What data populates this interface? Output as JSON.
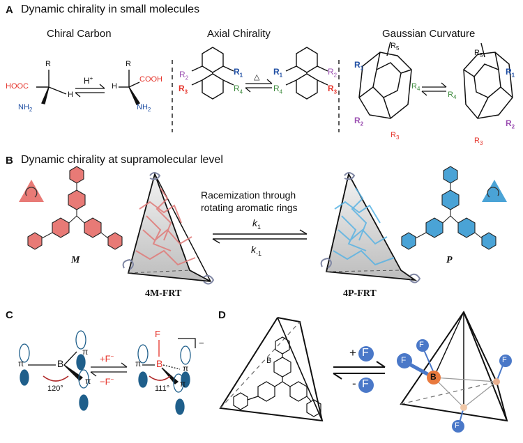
{
  "panelA": {
    "letter": "A",
    "title": "Dynamic chirality in small molecules",
    "sections": [
      "Chiral Carbon",
      "Axial Chirality",
      "Gaussian Curvature"
    ],
    "carbon": {
      "cooh_left": "HOOC",
      "r": "R",
      "h": "H",
      "nh2": "NH",
      "cooh_right": "COOH",
      "h_plus": "H"
    },
    "axial": {
      "r1": "R",
      "r2": "R",
      "r3": "R",
      "r4": "R",
      "delta": "△"
    },
    "gaussian": {
      "r1": "R",
      "r2": "R",
      "r3": "R",
      "r4": "R",
      "r5": "R"
    }
  },
  "panelB": {
    "letter": "B",
    "title": "Dynamic chirality at supramolecular level",
    "arrow_text_1": "Racemization through",
    "arrow_text_2": "rotating aromatic rings",
    "k1": "k",
    "k1_sub": "1",
    "kminus1_sub": "-1",
    "label_M": "M",
    "label_P": "P",
    "label_4M": "4M-FRT",
    "label_4P": "4P-FRT"
  },
  "panelC": {
    "letter": "C",
    "b": "B",
    "f": "F",
    "pi": "π",
    "angle_left": "120°",
    "angle_right": "111°",
    "plus_f": "+F",
    "minus_f": "−F",
    "charge": "−"
  },
  "panelD": {
    "letter": "D",
    "b": "B",
    "f": "F",
    "plus_f": "+",
    "minus_f": "-"
  },
  "colors": {
    "red": "#e5332a",
    "blue": "#1f4ea3",
    "green": "#3c8a3c",
    "purple": "#9b4fb1",
    "mol_red": "#e8807c",
    "mol_blue": "#4ea6d8",
    "orange": "#e9793d"
  }
}
